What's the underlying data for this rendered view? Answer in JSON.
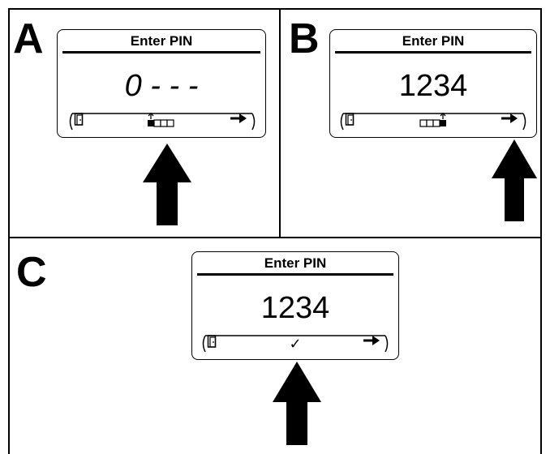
{
  "panels": [
    {
      "label": "A",
      "screen": {
        "title": "Enter PIN",
        "pin": "0 - - -",
        "pin_italic": true
      },
      "softkeys": {
        "left_icon": "door-exit-icon",
        "middle_icon": "cursor-position-icon",
        "middle_state": "first-digit",
        "right_icon": "arrow-right-icon"
      },
      "pointer": "middle-softkey"
    },
    {
      "label": "B",
      "screen": {
        "title": "Enter PIN",
        "pin": "1234",
        "pin_italic": false
      },
      "softkeys": {
        "left_icon": "door-exit-icon",
        "middle_icon": "cursor-position-icon",
        "middle_state": "last-digit",
        "right_icon": "arrow-right-icon"
      },
      "pointer": "right-softkey"
    },
    {
      "label": "C",
      "screen": {
        "title": "Enter PIN",
        "pin": "1234",
        "pin_italic": false
      },
      "softkeys": {
        "left_icon": "door-exit-icon",
        "middle_icon": "checkmark-icon",
        "middle_glyph": "✓",
        "right_icon": "arrow-right-icon"
      },
      "pointer": "middle-softkey"
    }
  ],
  "colors": {
    "ink": "#000000",
    "background": "#ffffff"
  }
}
